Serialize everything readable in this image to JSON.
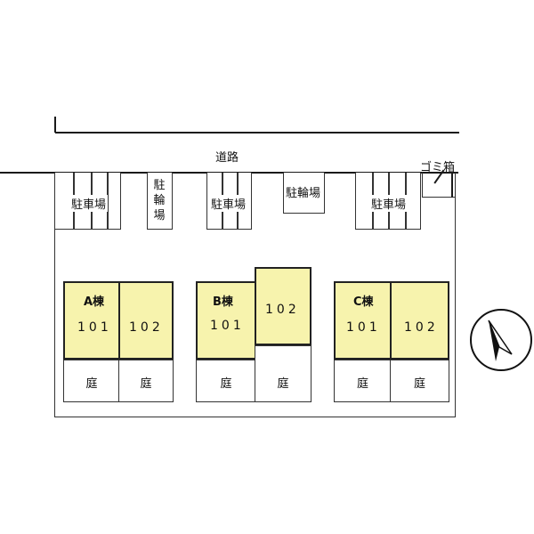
{
  "road_label": "道路",
  "garbage_label": "ゴミ箱",
  "parking": [
    {
      "label": "駐車場"
    },
    {
      "label": "駐車場"
    },
    {
      "label": "駐車場"
    }
  ],
  "bike_parking": [
    {
      "chars": [
        "駐",
        "輪",
        "場"
      ]
    },
    {
      "label": "駐輪場"
    }
  ],
  "buildings": [
    {
      "name": "A棟",
      "units": [
        "101",
        "102"
      ]
    },
    {
      "name": "B棟",
      "units": [
        "101",
        "102"
      ]
    },
    {
      "name": "C棟",
      "units": [
        "101",
        "102"
      ]
    }
  ],
  "garden_label": "庭",
  "colors": {
    "unit_fill": "#f7f3ad",
    "line": "#1a1a1a"
  },
  "compass": {
    "direction": "north-northwest"
  }
}
